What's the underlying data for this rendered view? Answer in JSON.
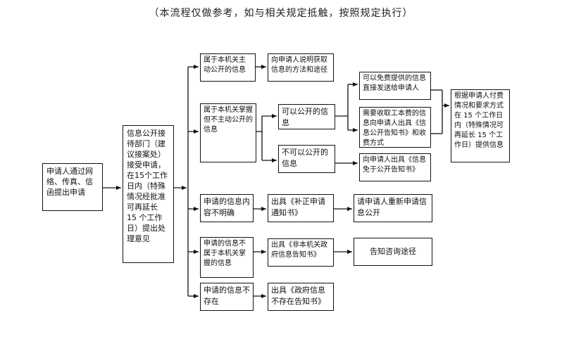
{
  "note": "（本流程仅做参考，如与相关规定抵触，按照规定执行）",
  "boxes": {
    "apply": "申请人通过网络、传真、信函提出申请",
    "reception": "信息公开接待部门（建议接案处）接受申请，在15个工作日内（特殊情况经批准可再延长 15 个工作日）提出处理意见",
    "active": "属于本机关主动公开的信息",
    "active_result": "向申请人说明获取信息的方法和途径",
    "held": "属于本机关掌握但不主动公开的信息",
    "can": "可以公开的信息",
    "cannot": "不可以公开的信息",
    "free": "可以免费提供的信息直接发送给申请人",
    "fee": "需要收取工本费的信息向申请人出具《信息公开告知书》和收费方式",
    "exempt": "向申请人出具《信息免于公开告知书》",
    "provide": "根据申请人付费情况和要求方式在 15 个工作日内（特殊情况可再延长 15 个工作日）提供信息",
    "unclear": "申请的信息内容不明确",
    "supplement": "出具《补正申请通知书》",
    "reapply": "请申请人重新申请信息公开",
    "notheld": "申请的信息不属于本机关掌握的信息",
    "notheld_notice": "出具《非本机关政府信息告知书》",
    "consult": "告知咨询途径",
    "nonexist": "申请的信息不存在",
    "nonexist_notice": "出具《政府信息不存在告知书》"
  },
  "colors": {
    "line": "#111111",
    "border": "#111111",
    "background": "#ffffff"
  }
}
